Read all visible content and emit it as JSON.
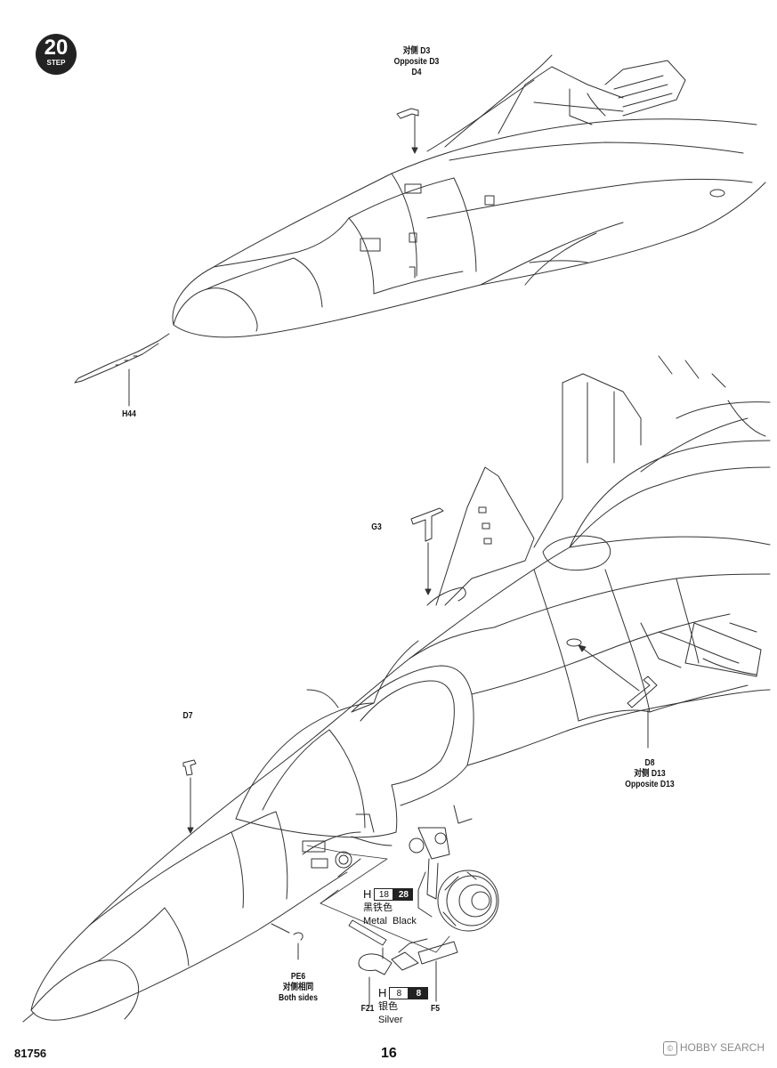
{
  "step": {
    "number": "20",
    "word": "STEP"
  },
  "upper": {
    "d3_cn": "对侧 D3",
    "d3_en": "Opposite D3",
    "d4": "D4",
    "h44": "H44"
  },
  "lower": {
    "g3": "G3",
    "d7": "D7",
    "d8": "D8",
    "d13_cn": "对侧 D13",
    "d13_en": "Opposite D13",
    "pe6": "PE6",
    "pe6_cn": "对侧相同",
    "pe6_en": "Both sides",
    "f21": "F21",
    "f5": "F5"
  },
  "paints": [
    {
      "letter": "H",
      "code1": "18",
      "code2": "28",
      "name_cn": "黑铁色",
      "name_en": "Metal  Black"
    },
    {
      "letter": "H",
      "code1": "8",
      "code2": "8",
      "name_cn": "银色",
      "name_en": "Silver"
    }
  ],
  "footer": {
    "kit_number": "81756",
    "page_number": "16"
  },
  "watermark": {
    "badge": "©",
    "text": "HOBBY SEARCH"
  }
}
